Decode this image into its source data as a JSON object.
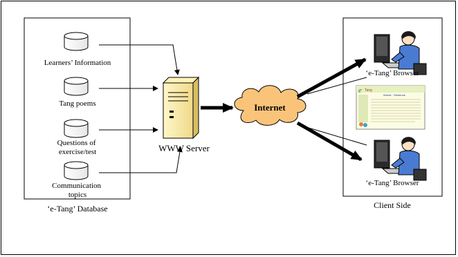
{
  "database": {
    "caption": "‘e-Tang’ Database",
    "items": [
      {
        "label": "Learners’ Information",
        "icon": "database-cylinder-icon"
      },
      {
        "label": "Tang poems",
        "icon": "database-cylinder-icon"
      },
      {
        "label": "Questions of\nexercise/test",
        "icon": "database-cylinder-icon"
      },
      {
        "label": "Communication\ntopics",
        "icon": "database-cylinder-icon"
      }
    ]
  },
  "server": {
    "label": "WWW Server",
    "icon": "server-tower-icon"
  },
  "internet": {
    "label": "Internet",
    "icon": "cloud-icon",
    "color": "#f9c47a"
  },
  "client": {
    "caption": "Client Side",
    "browsers": [
      {
        "label": "‘e-Tang’ Browser",
        "icon": "user-at-computer-icon"
      },
      {
        "label": "‘e-Tang’ Browser",
        "icon": "user-at-computer-icon"
      }
    ],
    "screenshot": {
      "logo": "e",
      "tagline": "Tang",
      "heading": "Words · Sentence"
    }
  }
}
